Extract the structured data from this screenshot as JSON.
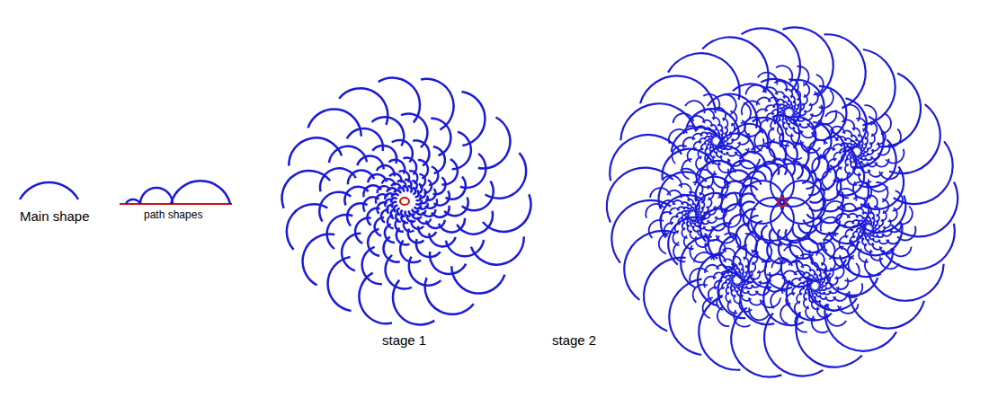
{
  "diagram": {
    "labels": [
      "Main shape",
      "path shapes",
      "stage 1",
      "stage 2"
    ]
  }
}
